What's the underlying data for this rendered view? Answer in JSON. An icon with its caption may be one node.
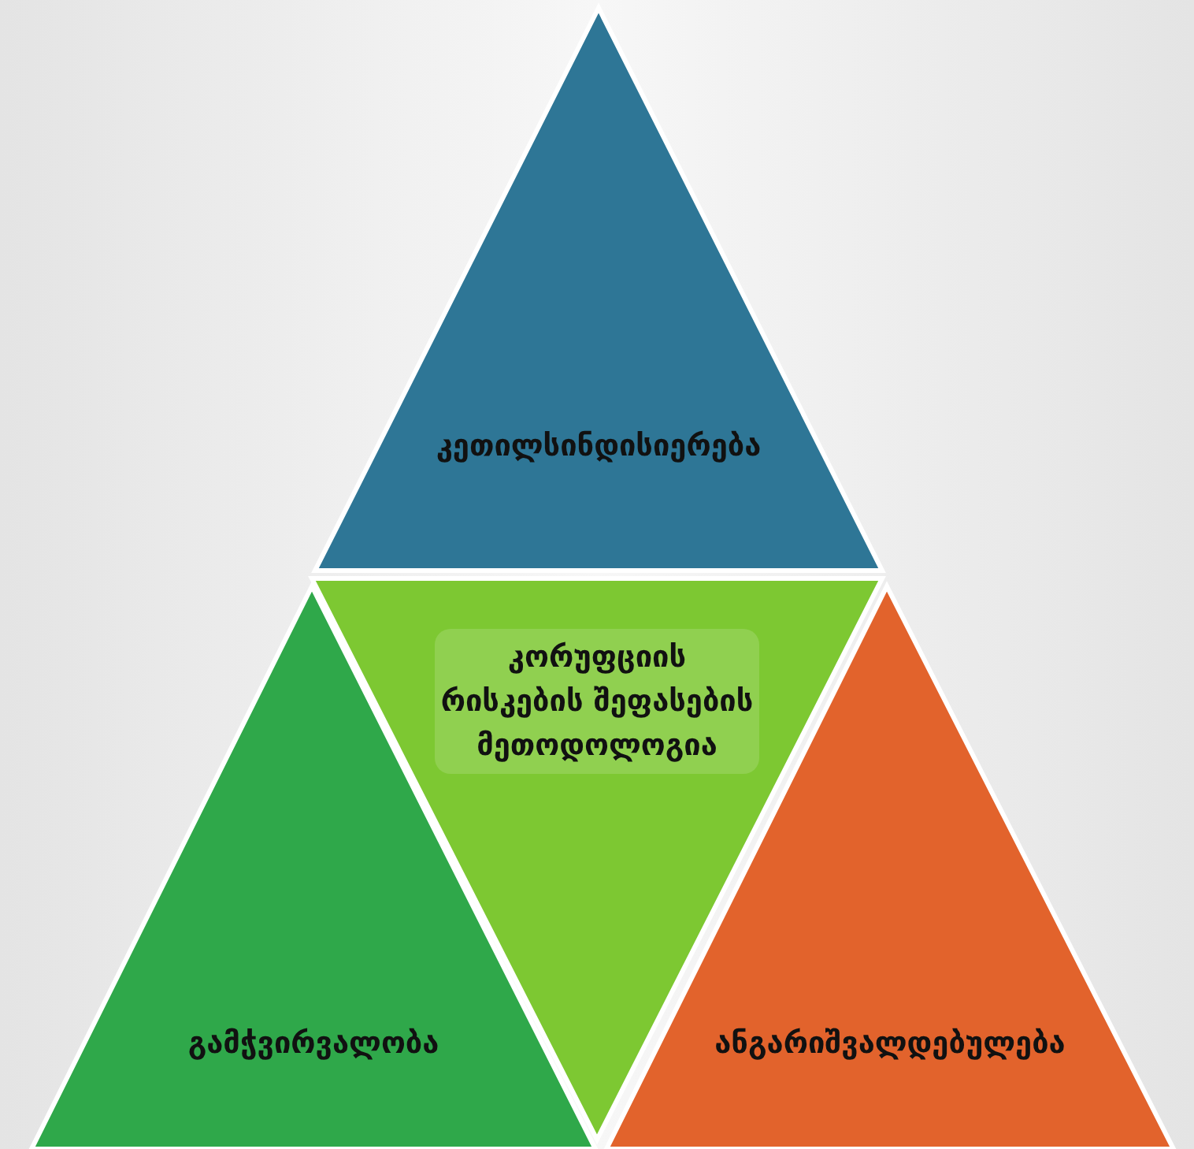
{
  "diagram": {
    "nodes": [
      {
        "text": [
          "კეთილსინდისიერება"
        ]
      },
      {
        "text": [
          "კორუფციის რისკების შეფასების მეთოდოლოგია"
        ]
      },
      {
        "text": [
          "გამჭვირვალობა"
        ]
      },
      {
        "text": [
          "ანგარიშვალდებულება"
        ]
      }
    ]
  }
}
